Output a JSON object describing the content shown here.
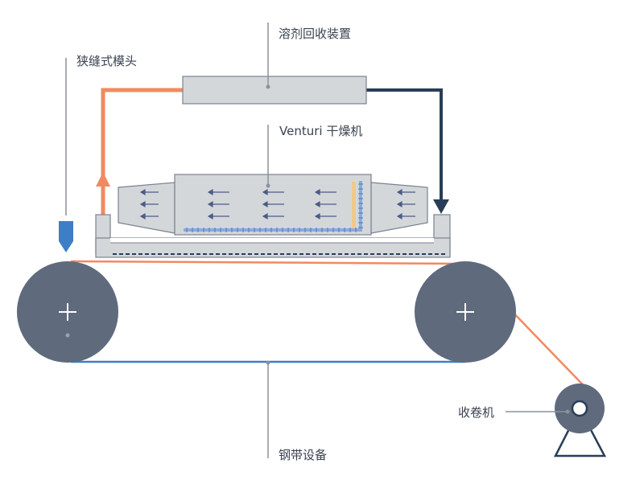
{
  "labels": {
    "solvent_recovery": "溶剂回收装置",
    "slot_die": "狭缝式模头",
    "venturi_dryer": "Venturi 干燥机",
    "steel_belt": "钢带设备",
    "winder": "收卷机"
  },
  "colors": {
    "orange": "#f08a62",
    "navy": "#2a3d57",
    "blue": "#3d7ec7",
    "drum": "#5f6a7d",
    "box_fill": "#d4d7da",
    "box_stroke": "#7a8290",
    "leader": "#8b929c",
    "heater": "#f2c88a"
  },
  "icons": [
    "plus-icon",
    "down-arrow-icon",
    "up-arrow-icon",
    "flow-arrow-icon"
  ]
}
